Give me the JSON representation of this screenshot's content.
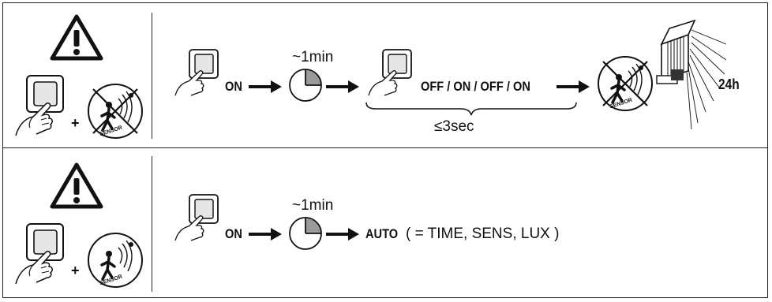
{
  "row1": {
    "step_on": "ON",
    "wait": "~1min",
    "sequence": "OFF / ON / OFF / ON",
    "sequence_time": "≤3sec",
    "sensor_label": "SENSOR",
    "result": "24h"
  },
  "row2": {
    "step_on": "ON",
    "wait": "~1min",
    "result": "AUTO",
    "result_detail": "( = TIME, SENS, LUX )",
    "sensor_label": "SENSOR"
  },
  "symbols": {
    "warning": "warning-icon",
    "switch": "light-switch-icon",
    "sensor": "motion-sensor-icon",
    "clock": "clock-icon",
    "arrow": "arrow-right-icon",
    "lamp": "floodlight-icon",
    "plus": "+"
  },
  "colors": {
    "line": "#222222",
    "clock_fill": "#9a9a9a",
    "background": "#ffffff"
  }
}
